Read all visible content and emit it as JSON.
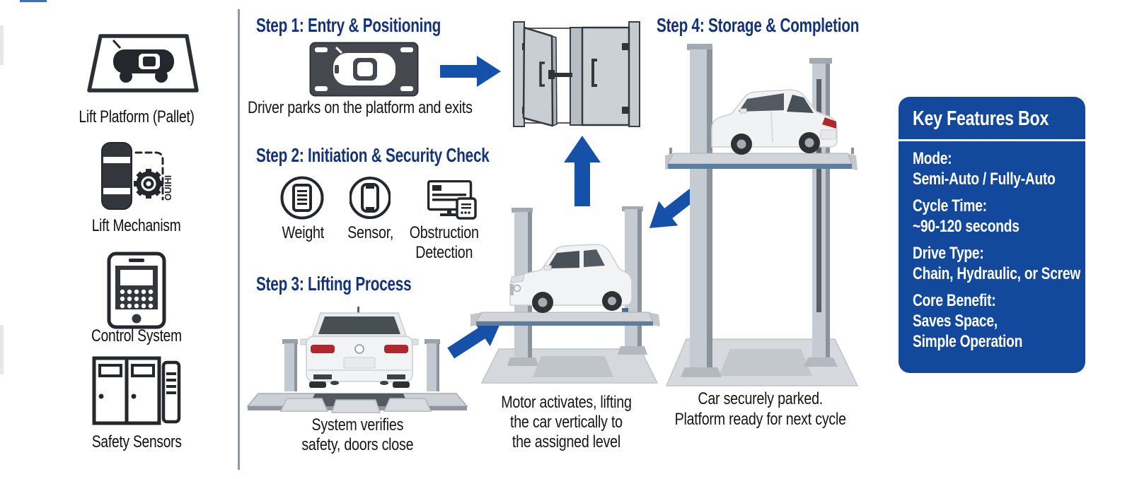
{
  "legend": {
    "items": [
      {
        "label": "Lift Platform (Pallet)"
      },
      {
        "label": "Lift Mechanism",
        "glyphs": "OUIHI"
      },
      {
        "label": "Control System"
      },
      {
        "label": "Safety Sensors"
      }
    ]
  },
  "flow": {
    "step1": {
      "title": "Step 1: Entry & Positioning",
      "caption": "Driver parks on the platform and exits"
    },
    "step2": {
      "title": "Step 2: Initiation & Security Check",
      "sensors": [
        {
          "label": "Weight"
        },
        {
          "label": "Sensor,"
        },
        {
          "label": "Obstruction\nDetection"
        }
      ]
    },
    "step3": {
      "title": "Step 3: Lifting Process",
      "caption": "System verifies\nsafety, doors close"
    },
    "lifting": {
      "caption": "Motor activates, lifting\nthe car vertically to\nthe assigned level"
    },
    "step4": {
      "title": "Step 4: Storage & Completion",
      "caption": "Car securely parked.\nPlatform ready for next cycle"
    }
  },
  "key_features": {
    "title": "Key Features Box",
    "items": [
      {
        "label": "Mode:",
        "value": "Semi-Auto / Fully-Auto"
      },
      {
        "label": "Cycle Time:",
        "value": "~90-120 seconds"
      },
      {
        "label": "Drive Type:",
        "value": "Chain, Hydraulic, or Screw"
      },
      {
        "label": "Core Benefit:",
        "value": "Saves Space,\nSimple Operation"
      }
    ]
  },
  "colors": {
    "step_title_navy": "#14337b",
    "arrow_blue": "#1551a8",
    "features_box_blue": "#12499c",
    "caption_text": "#161616",
    "divider_gray": "#8e99a4"
  }
}
